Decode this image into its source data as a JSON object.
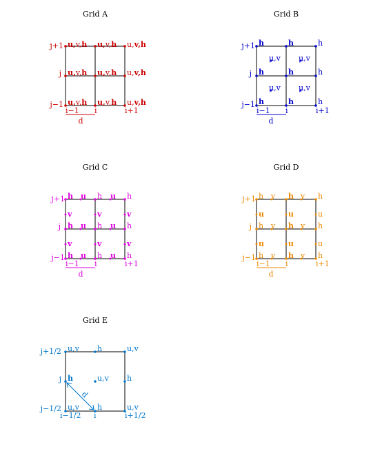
{
  "grids": [
    {
      "title": "Grid A",
      "color": "#cc0000",
      "x_labels": [
        "i−1",
        "i",
        "i+1"
      ],
      "y_labels": [
        "j−1",
        "j",
        "j+1"
      ],
      "spacing_label": "d",
      "corner_text": "u,v,h"
    },
    {
      "title": "Grid B",
      "color": "#0000cc",
      "x_labels": [
        "i−1",
        "i",
        "i+1"
      ],
      "y_labels": [
        "j−1",
        "j",
        "j+1"
      ],
      "spacing_label": "d",
      "corner_text": "h",
      "center_text": "μ,v"
    },
    {
      "title": "Grid C",
      "color": "#dd00dd",
      "x_labels": [
        "i−1",
        "i",
        "i+1"
      ],
      "y_labels": [
        "j−1",
        "j",
        "j+1"
      ],
      "spacing_label": "d",
      "corner_text": "h",
      "h_edge_text": "u",
      "v_edge_text": "v"
    },
    {
      "title": "Grid D",
      "color": "#ee8800",
      "x_labels": [
        "i−1",
        "i",
        "i+1"
      ],
      "y_labels": [
        "j−1",
        "j",
        "j+1"
      ],
      "spacing_label": "d",
      "corner_text": "h",
      "h_edge_text": "v",
      "v_edge_text": "u"
    },
    {
      "title": "Grid E",
      "color": "#0077cc",
      "x_labels": [
        "i−1/2",
        "i",
        "i+1/2"
      ],
      "y_labels": [
        "j−1/2",
        "j",
        "j+1/2"
      ],
      "spacing_label": "d",
      "corner_text": "u,v",
      "mid_text": "h",
      "center_text": "u,v"
    }
  ]
}
